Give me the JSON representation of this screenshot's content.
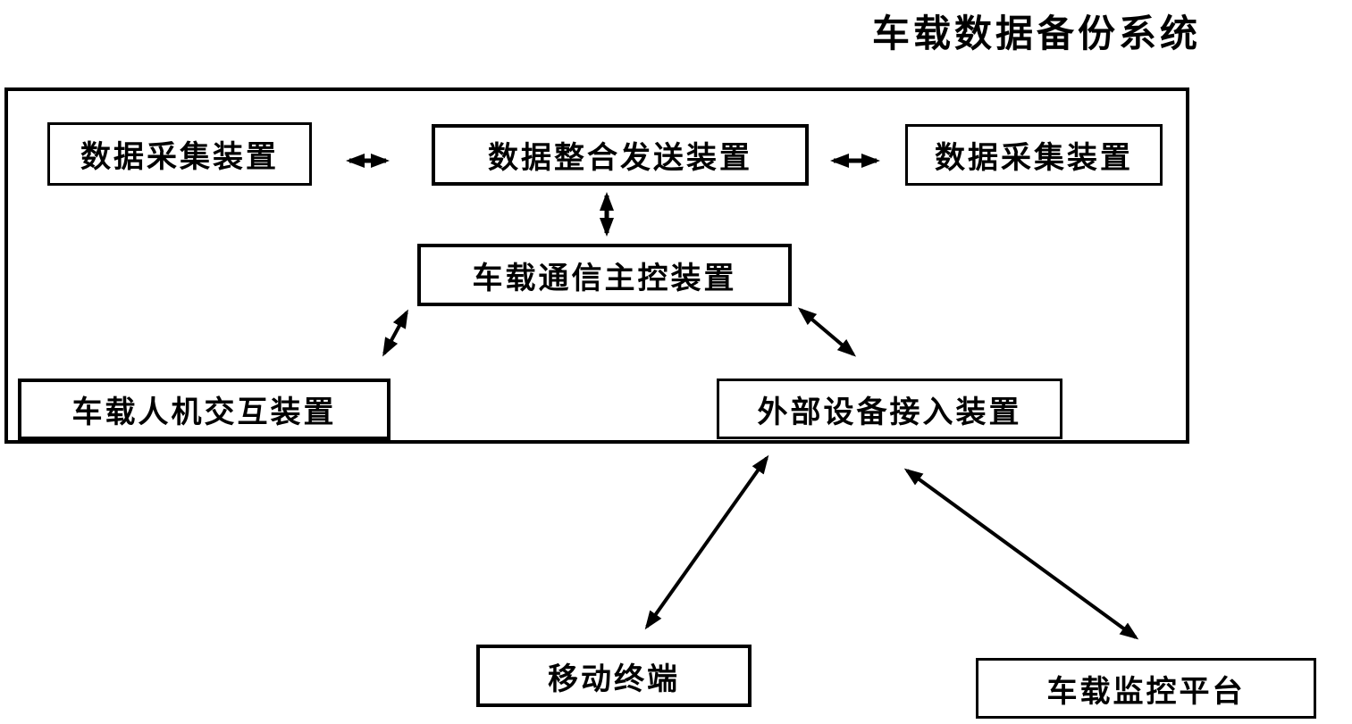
{
  "title": "车载数据备份系统",
  "diagram": {
    "nodes": [
      {
        "id": "collector-left",
        "label": "数据采集装置"
      },
      {
        "id": "integrator",
        "label": "数据整合发送装置"
      },
      {
        "id": "collector-right",
        "label": "数据采集装置"
      },
      {
        "id": "comm-master",
        "label": "车载通信主控装置"
      },
      {
        "id": "hmi",
        "label": "车载人机交互装置"
      },
      {
        "id": "external-access",
        "label": "外部设备接入装置"
      },
      {
        "id": "mobile-terminal",
        "label": "移动终端"
      },
      {
        "id": "monitor-platform",
        "label": "车载监控平台"
      }
    ],
    "edges": [
      {
        "from": "collector-left",
        "to": "integrator",
        "bidirectional": true
      },
      {
        "from": "integrator",
        "to": "collector-right",
        "bidirectional": true
      },
      {
        "from": "integrator",
        "to": "comm-master",
        "bidirectional": true
      },
      {
        "from": "comm-master",
        "to": "hmi",
        "bidirectional": true
      },
      {
        "from": "comm-master",
        "to": "external-access",
        "bidirectional": true
      },
      {
        "from": "external-access",
        "to": "mobile-terminal",
        "bidirectional": true
      },
      {
        "from": "external-access",
        "to": "monitor-platform",
        "bidirectional": true
      }
    ],
    "colors": {
      "line": "#000000",
      "background": "#ffffff",
      "text": "#000000"
    }
  }
}
